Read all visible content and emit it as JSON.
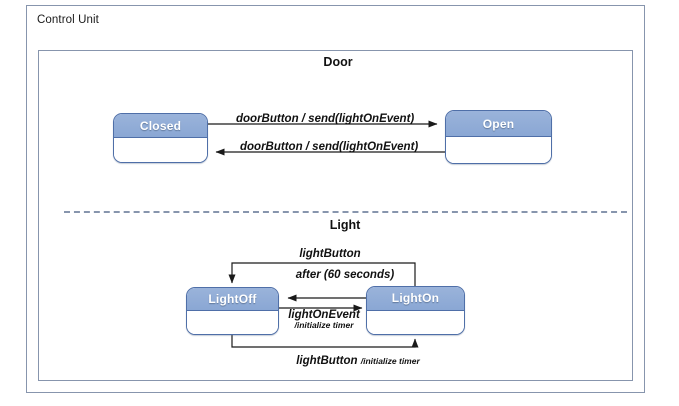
{
  "diagram": {
    "title": "Control Unit",
    "type": "uml-state-machine",
    "regions": [
      {
        "name": "Door",
        "label": "Door"
      },
      {
        "name": "Light",
        "label": "Light"
      }
    ],
    "states": [
      {
        "id": "closed",
        "label": "Closed",
        "region": "Door"
      },
      {
        "id": "open",
        "label": "Open",
        "region": "Door"
      },
      {
        "id": "lightoff",
        "label": "LightOff",
        "region": "Light"
      },
      {
        "id": "lighton",
        "label": "LightOn",
        "region": "Light"
      }
    ],
    "transitions": [
      {
        "from": "closed",
        "to": "open",
        "label": "doorButton / send(lightOnEvent)"
      },
      {
        "from": "open",
        "to": "closed",
        "label": "doorButton / send(lightOnEvent)"
      },
      {
        "from": "lighton",
        "to": "lightoff",
        "label": "lightButton"
      },
      {
        "from": "lighton",
        "to": "lightoff",
        "label": "after (60 seconds)"
      },
      {
        "from": "lightoff",
        "to": "lighton",
        "label": "lightOnEvent",
        "effect": "/initialize timer"
      },
      {
        "from": "lightoff",
        "to": "lighton",
        "label": "lightButton",
        "effect": "/initialize timer"
      }
    ],
    "labels": {
      "door_top_transition": "doorButton / send(lightOnEvent)",
      "door_bottom_transition": "doorButton / send(lightOnEvent)",
      "light_button": "lightButton",
      "after_60_seconds": "after (60 seconds)",
      "light_on_event": "lightOnEvent",
      "initialize_timer": "/initialize timer",
      "light_button_bottom": "lightButton ",
      "initialize_timer_bottom": "/initialize timer"
    },
    "colors": {
      "state_header": "#8aa7d4",
      "state_border": "#4f6fa8",
      "frame_border": "#8795ad",
      "state_label_text": "#ffffff",
      "background": "#ffffff",
      "wire": "#1a1a1a",
      "divider": "#8795ad"
    }
  }
}
